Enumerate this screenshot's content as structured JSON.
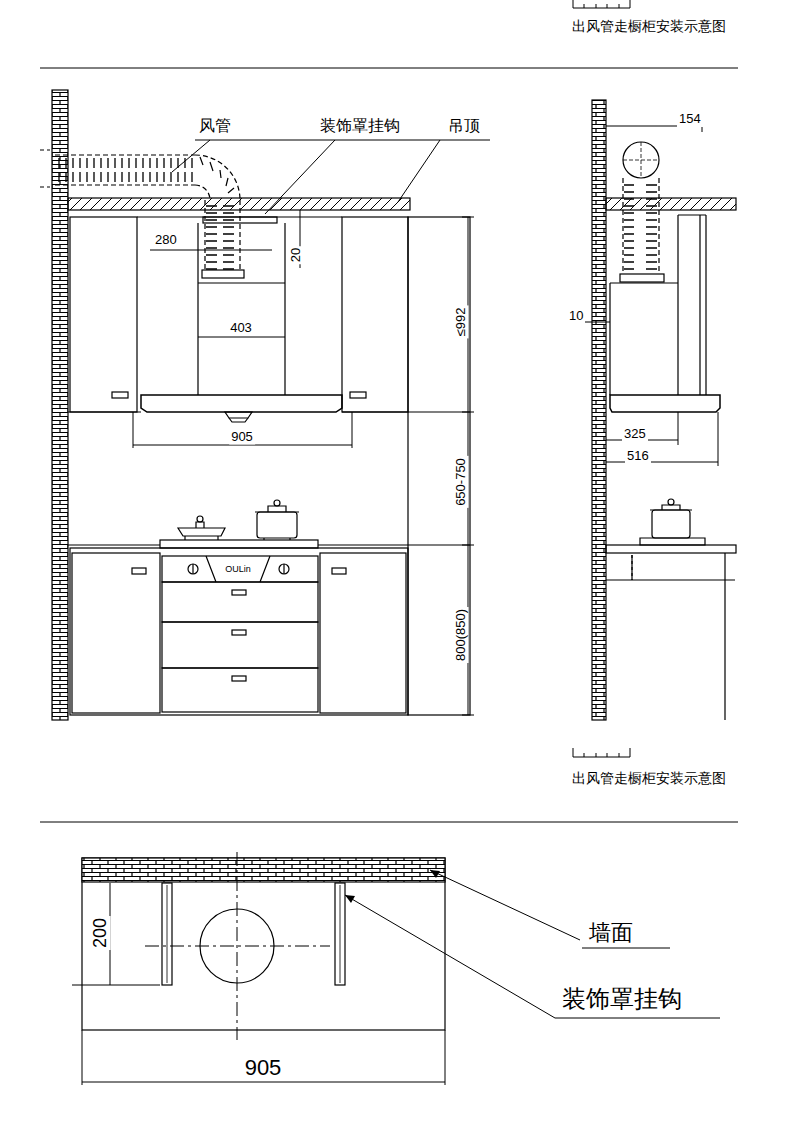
{
  "diagram": {
    "labels": [
      "出风管走橱柜安装示意图",
      "风管",
      "装饰罩挂钩",
      "吊顶",
      "280",
      "20",
      "403",
      "≤992",
      "905",
      "650-750",
      "OULin",
      "800(850)",
      "154",
      "10",
      "325",
      "516",
      "出风管走橱柜安装示意图",
      "200",
      "墙面",
      "装饰罩挂钩",
      "905"
    ]
  }
}
